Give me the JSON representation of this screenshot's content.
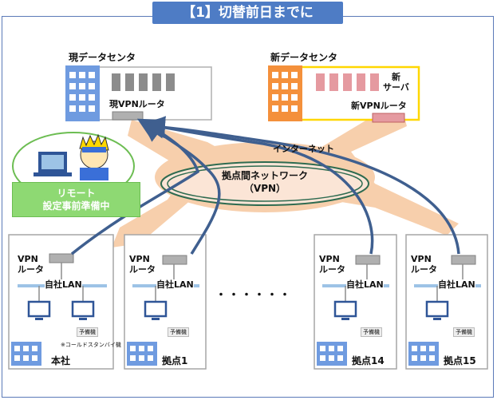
{
  "title": "【1】切替前日までに",
  "current_dc": {
    "name": "現データセンタ",
    "router": "現VPNルータ"
  },
  "new_dc": {
    "name": "新データセンタ",
    "server": "新\nサーバ",
    "router": "新VPNルータ"
  },
  "internet": "インターネット",
  "vpn_network": {
    "line1": "拠点間ネットワーク",
    "line2": "（VPN）"
  },
  "remote": {
    "line1": "リモート",
    "line2": "設定事前準備中"
  },
  "sites": [
    {
      "name": "本社",
      "router": "VPN\nルータ",
      "lan": "自社LAN",
      "spare": "予備機",
      "note": "※コールドスタンバイ機"
    },
    {
      "name": "拠点1",
      "router": "VPN\nルータ",
      "lan": "自社LAN",
      "spare": "予備機"
    },
    {
      "name": "拠点14",
      "router": "VPN\nルータ",
      "lan": "自社LAN",
      "spare": "予備機"
    },
    {
      "name": "拠点15",
      "router": "VPN\nルータ",
      "lan": "自社LAN",
      "spare": "予備機"
    }
  ],
  "ellipsis": "・・・・・・",
  "colors": {
    "frame": "#5b7ab8",
    "title_bg": "#4e7cc5",
    "cloud": "#f7cfac",
    "remote": "#8ed973",
    "new_dc_border": "#ffd700",
    "arrow": "#3f5f8f",
    "lan": "#9dc3e6"
  }
}
